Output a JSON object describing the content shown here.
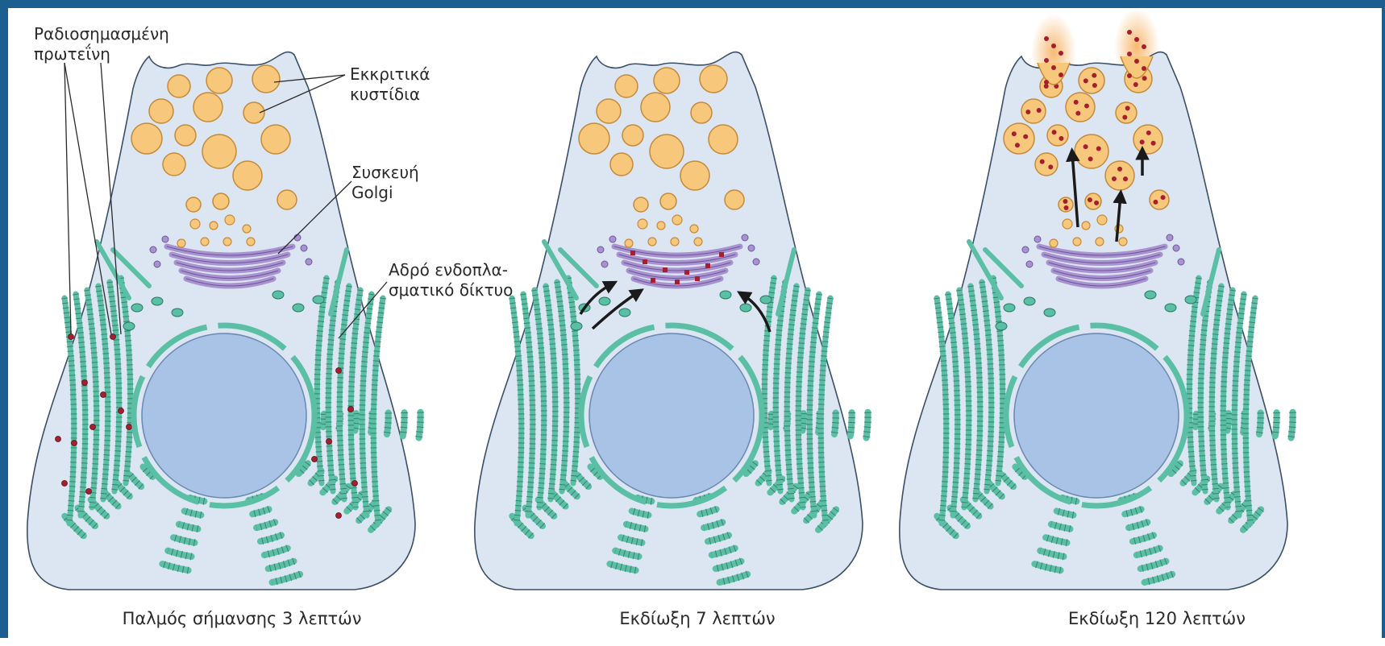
{
  "labels": {
    "radiolabeled_protein": [
      "Ραδιοσημασμένη",
      "πρωτεΐνη"
    ],
    "secretory_vesicles": [
      "Εκκριτικά",
      "κυστίδια"
    ],
    "golgi": [
      "Συσκευή",
      "Golgi"
    ],
    "rough_er": [
      "Αδρό ενδοπλα-",
      "σματικό δίκτυο"
    ]
  },
  "captions": [
    "Παλμός σήμανσης 3 λεπτών",
    "Εκδίωξη 7 λεπτών",
    "Εκδίωξη 120 λεπτών"
  ],
  "colors": {
    "frame": "#1a5f8f",
    "cytoplasm": "#dbe6f2",
    "nucleus": "#a9c3e6",
    "er": "#5bbfa5",
    "golgi": "#a892cf",
    "vesicle": "#f7c77b",
    "label_dot": "#a61f2e",
    "arrow": "#1a1a1a"
  },
  "stages": [
    {
      "name": "3 min pulse",
      "label_location": "rough ER"
    },
    {
      "name": "7 min chase",
      "label_location": "Golgi"
    },
    {
      "name": "120 min chase",
      "label_location": "secretory vesicles"
    }
  ]
}
